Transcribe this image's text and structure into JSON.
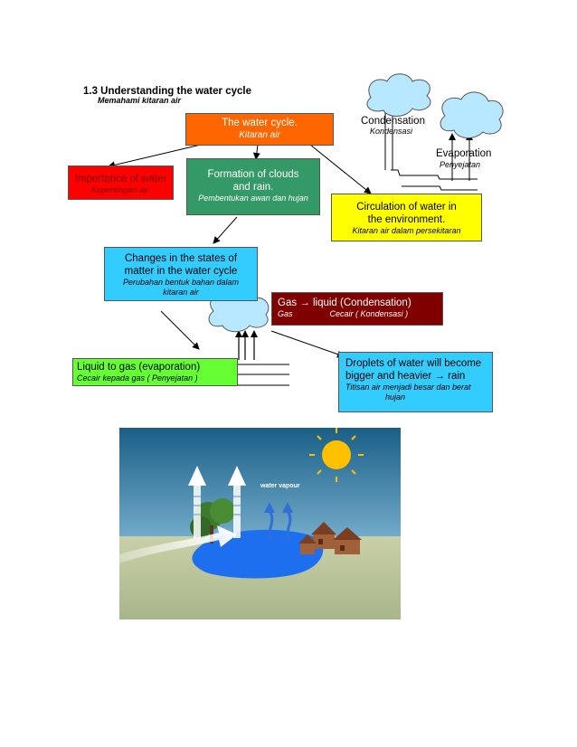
{
  "heading": "1.3 Understanding the water cycle",
  "subheading": "Memahami kitaran air",
  "nodes": {
    "water_cycle": {
      "en": "The water cycle.",
      "ms": "Kitaran air",
      "color": "#FF6600"
    },
    "importance": {
      "en": "Importance of water",
      "ms": "Kepentingan air.",
      "color": "#FF0000"
    },
    "formation": {
      "en1": "Formation of clouds",
      "en2": "and rain.",
      "ms": "Pembentukan awan dan hujan",
      "color": "#339966"
    },
    "circulation": {
      "en1": "Circulation of water in",
      "en2": "the environment.",
      "ms": "Kitaran air dalam persekitaran",
      "color": "#FFFF00"
    },
    "changes": {
      "en1": "Changes in the states of",
      "en2": "matter in the water cycle",
      "ms1": "Perubahan bentuk bahan dalam",
      "ms2": "kitaran air",
      "color": "#33CCFF"
    },
    "gas_liquid": {
      "en": "Gas → liquid (Condensation)",
      "ms_a": "Gas",
      "ms_b": "Cecair ( Kondensasi )",
      "color": "#800000"
    },
    "liquid_gas": {
      "en": "Liquid to gas (evaporation)",
      "ms": "Cecair kepada gas ( Penyejatan )",
      "color": "#66FF33"
    },
    "droplets": {
      "en1": "Droplets of water will become",
      "en2": "bigger and heavier → rain",
      "ms1": "Titisan air menjadi besar dan berat",
      "ms2": "hujan",
      "color": "#33CCFF"
    }
  },
  "labels": {
    "condensation": "Condensation",
    "kondensasi": "Kondensasi",
    "evaporation": "Evaporation",
    "penyejatan": "Penyejatan"
  },
  "illustration": {
    "water_vapour": "water vapour",
    "sky_color": "#1F6E9A",
    "lake_color": "#1E6FF0",
    "sun_color": "#FFC000"
  }
}
